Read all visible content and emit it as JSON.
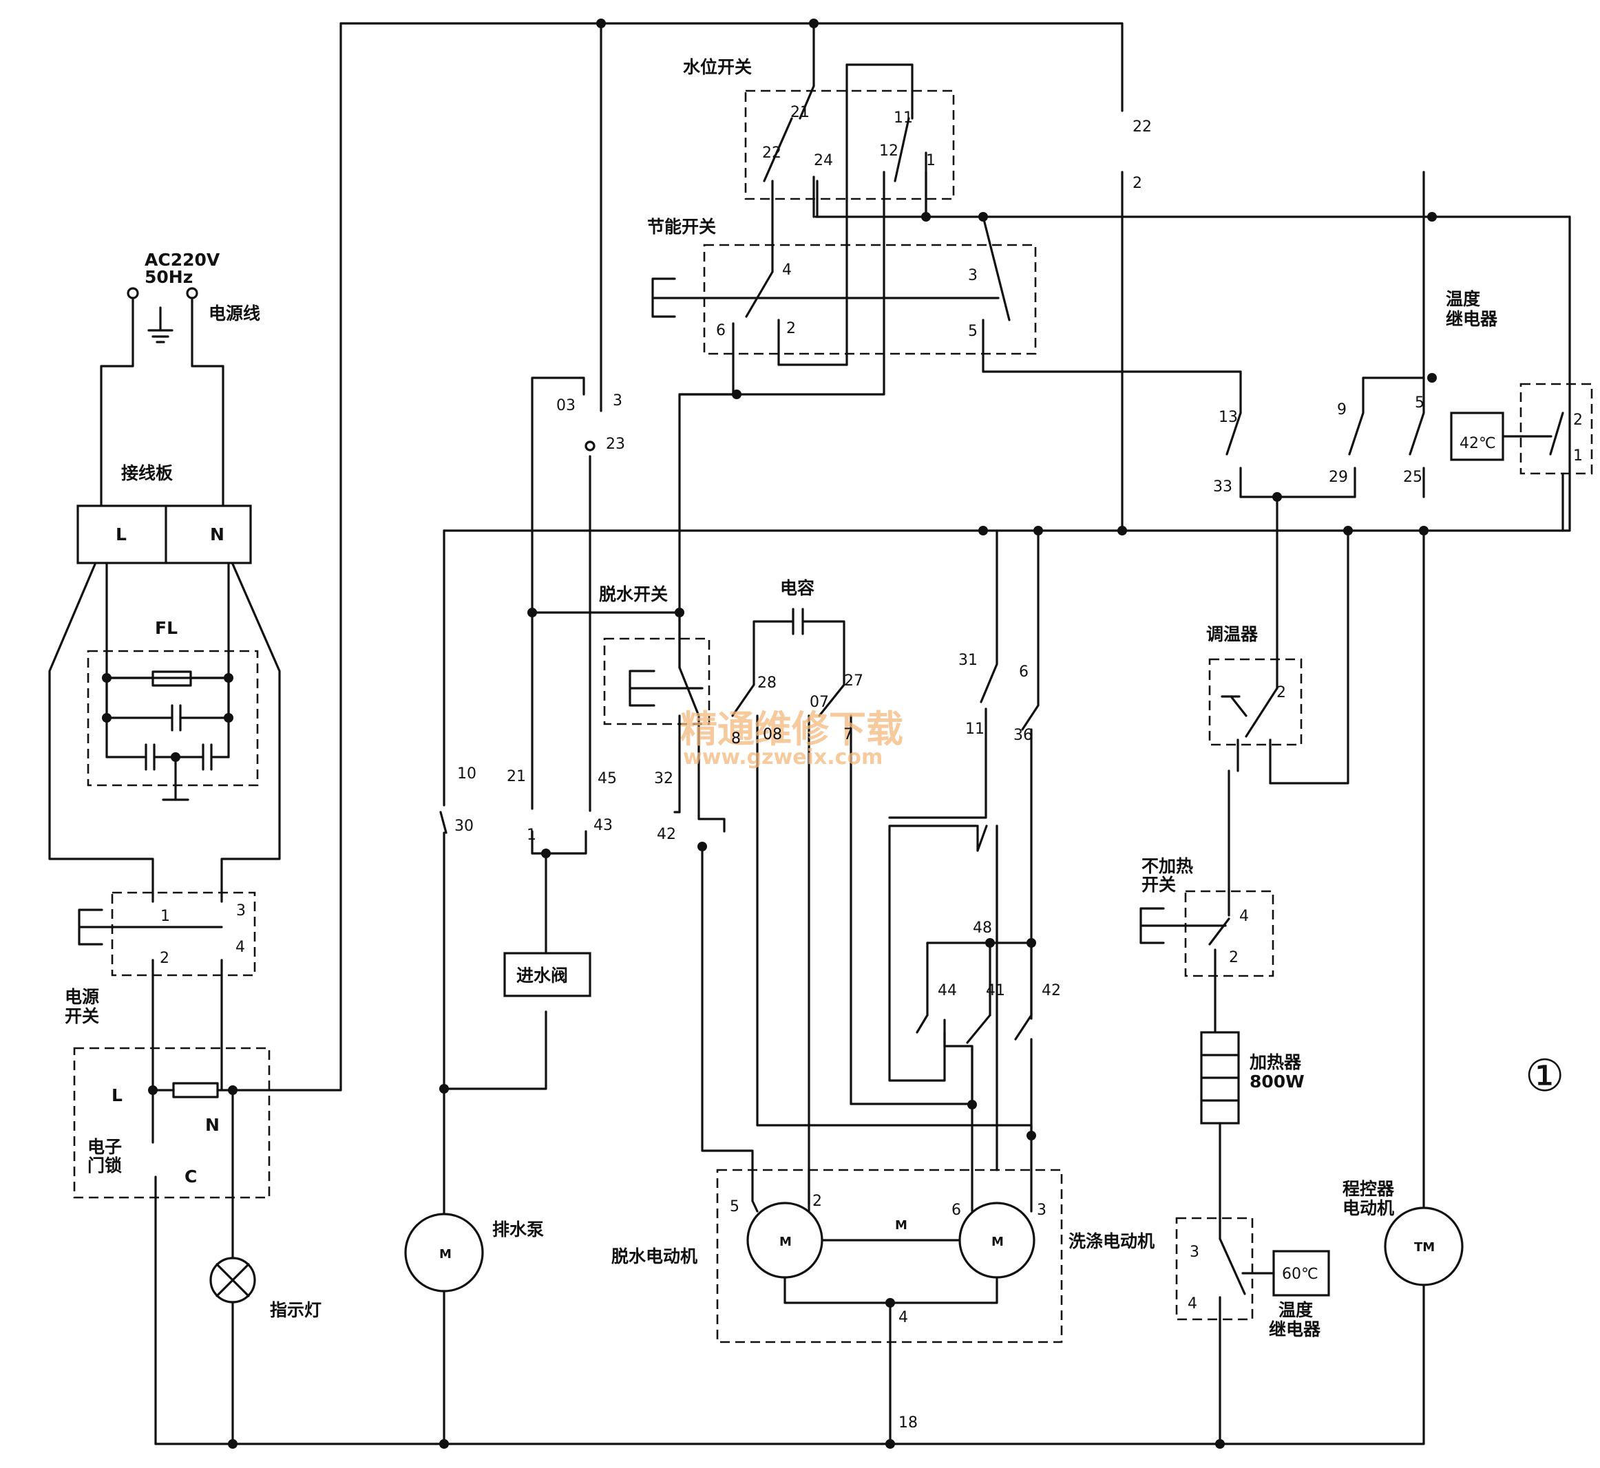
{
  "titles": {
    "water_level_switch": "水位开关",
    "energy_saving_switch": "节能开关",
    "power_input": "AC220V",
    "power_freq": "50Hz",
    "power_cord": "电源线",
    "terminal_board": "接线板",
    "terminal_l": "L",
    "terminal_n": "N",
    "filter": "FL",
    "spin_switch": "脱水开关",
    "capacitor": "电容",
    "temp_relay_top_1": "温度",
    "temp_relay_top_2": "继电器",
    "temp_relay_top_value": "42℃",
    "thermostat": "调温器",
    "no_heat_switch_1": "不加热",
    "no_heat_switch_2": "开关",
    "heater_1": "加热器",
    "heater_2": "800W",
    "power_switch_1": "电源",
    "power_switch_2": "开关",
    "door_lock_1": "电子",
    "door_lock_2": "门锁",
    "lock_l": "L",
    "lock_n": "N",
    "lock_c": "C",
    "inlet_valve": "进水阀",
    "drain_pump": "排水泵",
    "indicator_lamp": "指示灯",
    "spin_motor": "脱水电动机",
    "wash_motor": "洗涤电动机",
    "motor_center": "M",
    "motor_symbol": "M",
    "timer_motor_1": "程控器",
    "timer_motor_2": "电动机",
    "timer_motor_symbol": "TM",
    "temp_relay_bottom_1": "温度",
    "temp_relay_bottom_2": "继电器",
    "temp_relay_bottom_value": "60℃",
    "figure_number": "①",
    "watermark_cn": "精通维修下载",
    "watermark_url": "www.gzweix.com"
  },
  "terminals": {
    "wl_21": "21",
    "wl_22": "22",
    "wl_24": "24",
    "wl_11": "11",
    "wl_12": "12",
    "wl_1": "1",
    "t22": "22",
    "t2": "2",
    "es_4": "4",
    "es_6": "6",
    "es_2": "2",
    "es_3": "3",
    "es_5": "5",
    "t03": "03",
    "t3": "3",
    "t23": "23",
    "t13": "13",
    "t33": "33",
    "t9": "9",
    "t29": "29",
    "t5": "5",
    "t25": "25",
    "tr_2": "2",
    "tr_1": "1",
    "t28": "28",
    "t27": "27",
    "t07": "07",
    "t8": "8",
    "t08": "08",
    "t7": "7",
    "t31": "31",
    "t11": "11",
    "t6": "6",
    "t36": "36",
    "th_2": "2",
    "t10": "10",
    "t30": "30",
    "t21": "21",
    "t1": "1",
    "t45": "45",
    "t43": "43",
    "t32": "32",
    "t42a": "42",
    "t48": "48",
    "t44": "44",
    "t41": "41",
    "t42b": "42",
    "nh_4": "4",
    "nh_2": "2",
    "ps_1": "1",
    "ps_2": "2",
    "ps_3": "3",
    "ps_4": "4",
    "m_5": "5",
    "m_2": "2",
    "m_6": "6",
    "m_3": "3",
    "m_4": "4",
    "t18": "18",
    "br_3": "3",
    "br_4": "4"
  }
}
